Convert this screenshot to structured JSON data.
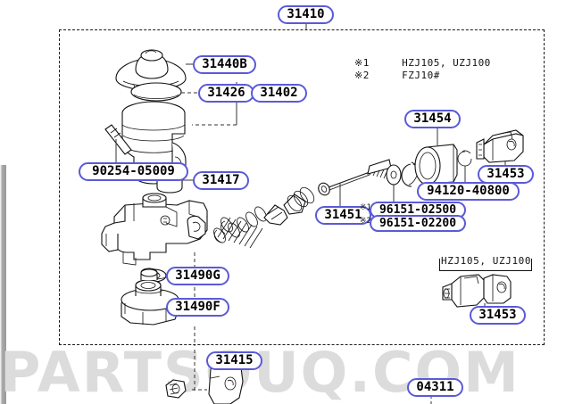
{
  "diagram": {
    "title_label": "31410",
    "watermark": "PARTSOUQ.COM",
    "accent_color": "#5a5ad8",
    "line_color": "#111111"
  },
  "notes": [
    {
      "marker": "※1",
      "text": "HZJ105, UZJ100"
    },
    {
      "marker": "※2",
      "text": "FZJ10#"
    }
  ],
  "inset": {
    "caption": "HZJ105, UZJ100",
    "label": "31453"
  },
  "labels": {
    "assembly": "31410",
    "cap": "31440B",
    "gasket": "31426",
    "reservoir_assy": "31402",
    "bolt": "90254-05009",
    "grommet": "31417",
    "push_rod": "31451",
    "snap_ring_1": "96151-02500",
    "snap_ring_2": "96151-02200",
    "boot": "31454",
    "clip": "94120-40800",
    "switch": "31453",
    "washer": "31490G",
    "nut": "31490F",
    "bracket": "31415",
    "stud": "04311"
  },
  "asterisks": {
    "one": "※1",
    "two": "※2"
  }
}
